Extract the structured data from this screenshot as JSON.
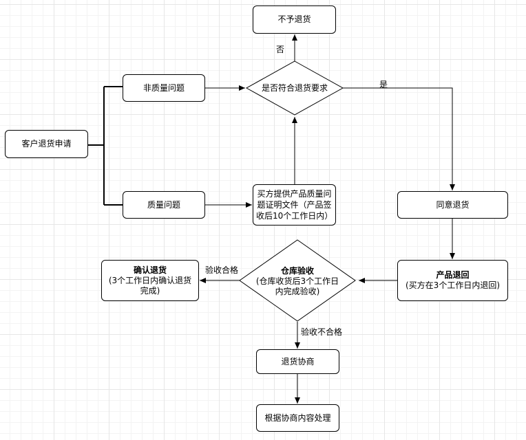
{
  "nodes": {
    "start": "客户退货申请",
    "non_quality": "非质量问题",
    "quality": "质量问题",
    "proof_doc": "买方提供产品质量问题证明文件（产品签收后10个工作日内）",
    "decision_eligible": "是否符合退货要求",
    "reject": "不予退货",
    "agree": "同意退货",
    "product_return_title": "产品退回",
    "product_return_sub": "(买方在3个工作日内退回)",
    "warehouse_title": "仓库验收",
    "warehouse_sub": "(仓库收货后3个工作日内完成验收)",
    "confirm_title": "确认退货",
    "confirm_sub": "(3个工作日内确认退货完成)",
    "negotiate": "退货协商",
    "handle": "根据协商内容处理"
  },
  "edge_labels": {
    "no": "否",
    "yes": "是",
    "pass": "验收合格",
    "fail": "验收不合格"
  }
}
